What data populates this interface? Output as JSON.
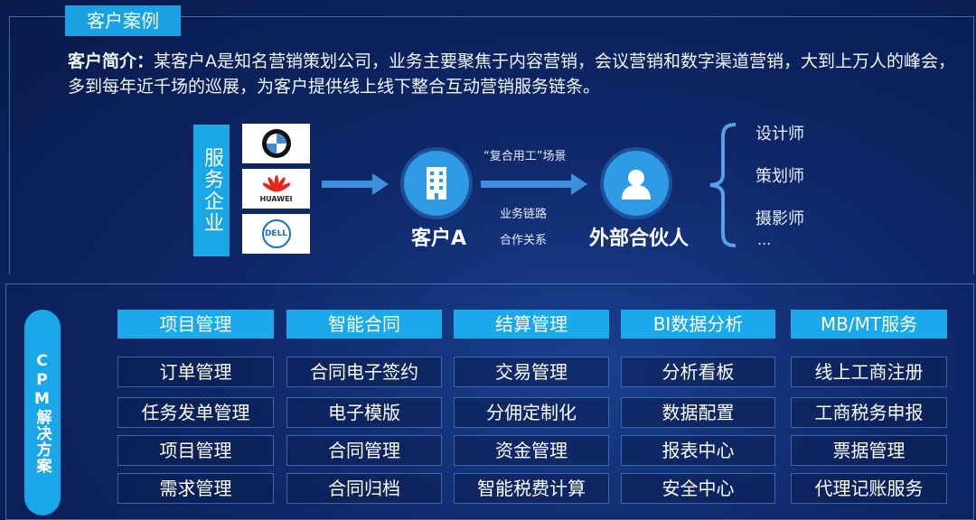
{
  "title": "客户案例",
  "intro": {
    "label": "客户简介：",
    "text": "某客户A是知名营销策划公司，业务主要聚焦于内容营销，会议营销和数字渠道营销，大到上万人的峰会，多到每年近千场的巡展，为客户提供线上线下整合互动营销服务链条。"
  },
  "diagram": {
    "service_label": "服务企业",
    "logos": [
      {
        "icon": "bmw-logo",
        "text": ""
      },
      {
        "icon": "huawei-logo",
        "text": "HUAWEI"
      },
      {
        "icon": "dell-logo",
        "text": "DELL"
      }
    ],
    "scene_label": "“复合用工”场景",
    "client_label": "客户A",
    "link1": "业务链路",
    "link2": "合作关系",
    "partner_label": "外部合伙人",
    "roles": [
      "设计师",
      "策划师",
      "摄影师",
      "..."
    ]
  },
  "solution": {
    "label": "CPM解决方案",
    "columns": [
      {
        "header": "项目管理",
        "items": [
          "订单管理",
          "任务发单管理",
          "项目管理",
          "需求管理"
        ]
      },
      {
        "header": "智能合同",
        "items": [
          "合同电子签约",
          "电子模版",
          "合同管理",
          "合同归档"
        ]
      },
      {
        "header": "结算管理",
        "items": [
          "交易管理",
          "分佣定制化",
          "资金管理",
          "智能税费计算"
        ]
      },
      {
        "header": "BI数据分析",
        "items": [
          "分析看板",
          "数据配置",
          "报表中心",
          "安全中心"
        ]
      },
      {
        "header": "MB/MT服务",
        "items": [
          "线上工商注册",
          "工商税务申报",
          "票据管理",
          "代理记账服务"
        ]
      }
    ]
  },
  "colors": {
    "accent": "#1aa9ea",
    "background": "#0e2768"
  }
}
